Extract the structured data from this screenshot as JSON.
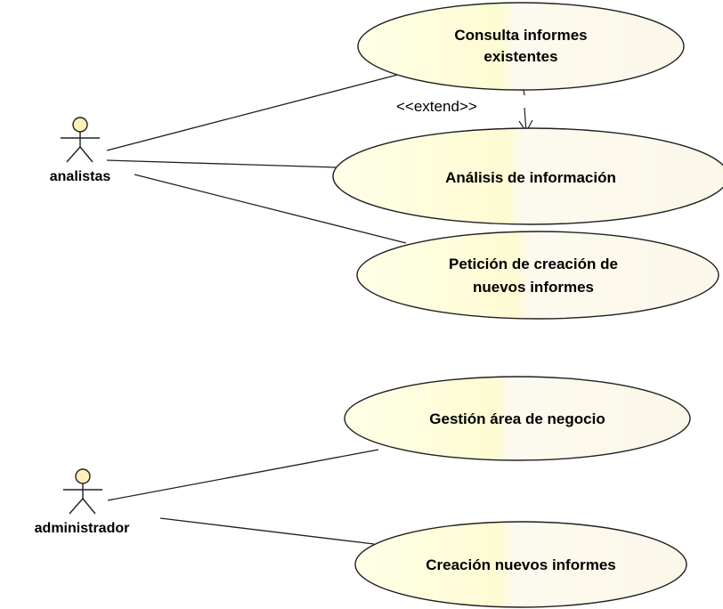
{
  "diagram": {
    "title": "",
    "actors": [
      {
        "name": "analistas"
      },
      {
        "name": "administrador"
      }
    ],
    "use_cases": [
      {
        "lines": [
          "Consulta informes",
          "existentes"
        ]
      },
      {
        "lines": [
          "Análisis de información"
        ]
      },
      {
        "lines": [
          "Petición de creación de",
          "nuevos informes"
        ]
      },
      {
        "lines": [
          "Gestión área de negocio"
        ]
      },
      {
        "lines": [
          "Creación nuevos informes"
        ]
      }
    ],
    "relationships": [
      {
        "type": "association",
        "from": "analistas",
        "to": "Consulta informes existentes"
      },
      {
        "type": "association",
        "from": "analistas",
        "to": "Análisis de información"
      },
      {
        "type": "association",
        "from": "analistas",
        "to": "Petición de creación de nuevos informes"
      },
      {
        "type": "association",
        "from": "administrador",
        "to": "Gestión área de negocio"
      },
      {
        "type": "association",
        "from": "administrador",
        "to": "Creación nuevos informes"
      },
      {
        "type": "extend",
        "label": "<<extend>>",
        "from": "Consulta informes existentes",
        "to": "Análisis de información"
      }
    ],
    "colors": {
      "use_case_fill_light": "#ffffe8",
      "use_case_fill": "#fdfbd2",
      "use_case_fill_right": "#fbf8ea",
      "actor_head_fill": "#fff0b8",
      "line": "#202020",
      "text": "#000000"
    }
  }
}
